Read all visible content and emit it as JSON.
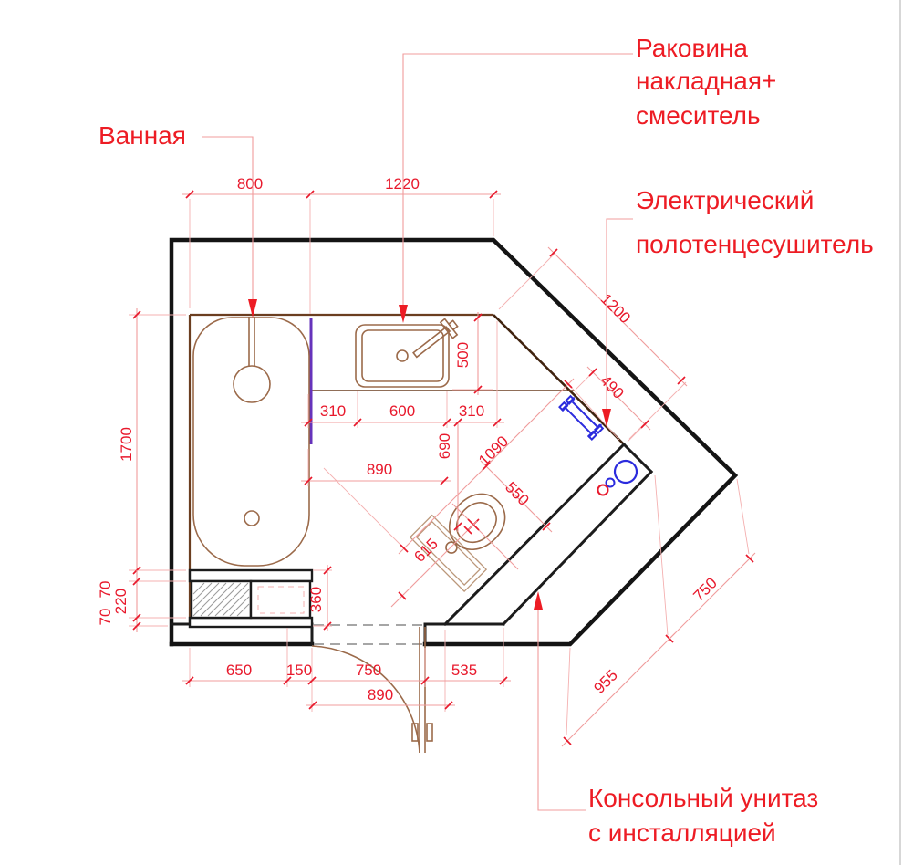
{
  "drawing": {
    "type": "bathroom-floor-plan",
    "units": "mm"
  },
  "labels": {
    "bath": "Ванная",
    "sink_line1": "Раковина",
    "sink_line2": "накладная+",
    "sink_line3": "смеситель",
    "towel_line1": "Электрический",
    "towel_line2": "полотенцесушитель",
    "toilet_line1": "Консольный унитаз",
    "toilet_line2": "с инсталляцией"
  },
  "dims": {
    "d800": "800",
    "d1220": "1220",
    "d1200": "1200",
    "d490": "490",
    "d500": "500",
    "d310a": "310",
    "d600": "600",
    "d310b": "310",
    "d690": "690",
    "d1700": "1700",
    "d890a": "890",
    "d1090": "1090",
    "d550": "550",
    "d615": "615",
    "d70a": "70",
    "d220": "220",
    "d70b": "70",
    "d360": "360",
    "d650": "650",
    "d150": "150",
    "d750a": "750",
    "d535": "535",
    "d890b": "890",
    "d955": "955",
    "d750b": "750"
  },
  "colors": {
    "wall": "#141414",
    "fixture_outline": "#9b6a4a",
    "annotation_red": "#ed1c24",
    "dimension_line": "#f09c9c",
    "towel_rail_blue": "#2b2bdd",
    "bath_screen_purple": "#6633bb",
    "hatch_gray": "#9a9a9a"
  }
}
